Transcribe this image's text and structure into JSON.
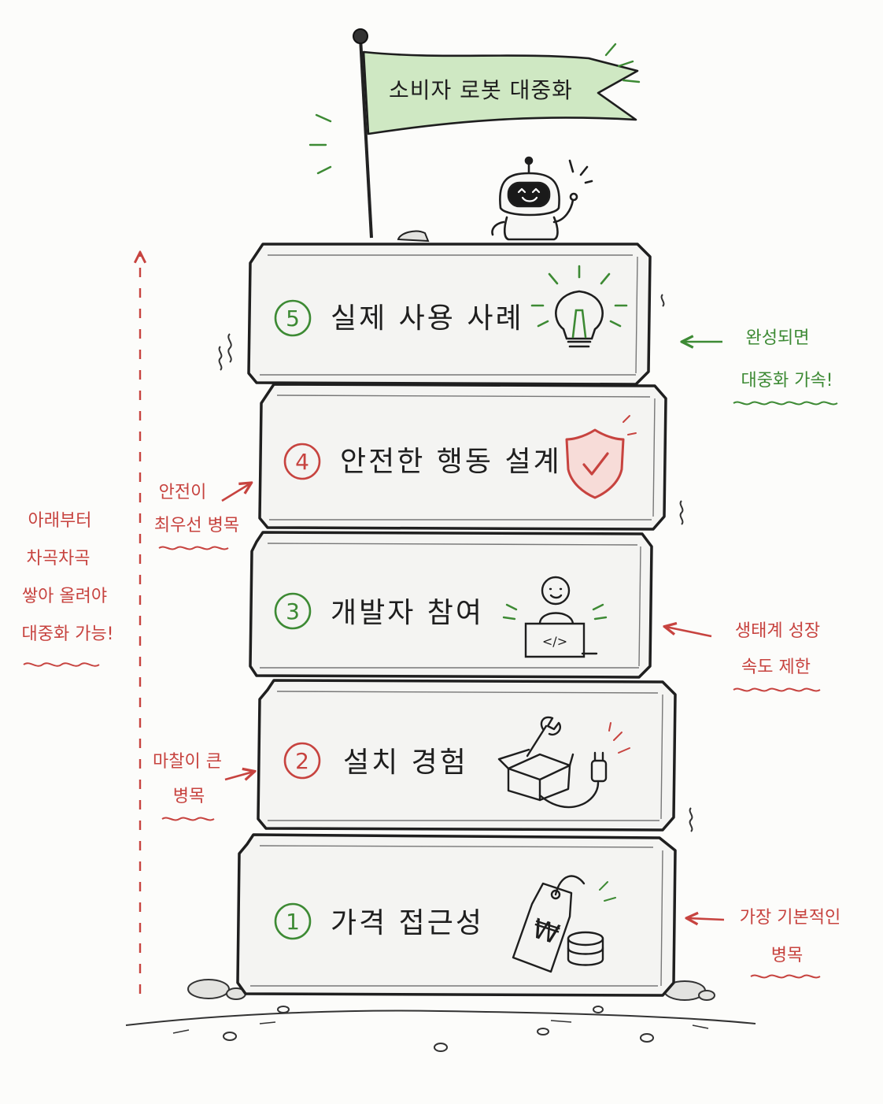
{
  "banner": {
    "text": "소비자 로봇 대중화"
  },
  "blocks": [
    {
      "number": "5",
      "label": "실제 사용 사례",
      "color": "#3d8a34",
      "icon": "lightbulb-icon"
    },
    {
      "number": "4",
      "label": "안전한 행동 설계",
      "color": "#c7433f",
      "icon": "shield-check-icon"
    },
    {
      "number": "3",
      "label": "개발자 참여",
      "color": "#3d8a34",
      "icon": "developer-laptop-icon"
    },
    {
      "number": "2",
      "label": "설치 경험",
      "color": "#c7433f",
      "icon": "box-wrench-plug-icon"
    },
    {
      "number": "1",
      "label": "가격 접근성",
      "color": "#3d8a34",
      "icon": "price-tag-coins-icon"
    }
  ],
  "left_note": {
    "lines": [
      "아래부터",
      "차곡차곡",
      "쌓아 올려야",
      "대중화 가능!"
    ],
    "color": "#c7433f"
  },
  "notes": {
    "safety": {
      "lines": [
        "안전이",
        "최우선 병목"
      ],
      "color": "#c7433f"
    },
    "friction": {
      "lines": [
        "마찰이 큰",
        "병목"
      ],
      "color": "#c7433f"
    },
    "complete": {
      "lines": [
        "완성되면",
        "대중화 가속!"
      ],
      "color": "#3d8a34"
    },
    "ecosystem": {
      "lines": [
        "생태계 성장",
        "속도 제한"
      ],
      "color": "#c7433f"
    },
    "basic": {
      "lines": [
        "가장 기본적인",
        "병목"
      ],
      "color": "#c7433f"
    }
  },
  "icons": {
    "price_symbol": "₩",
    "code_symbol": "</>"
  },
  "colors": {
    "green": "#3d8a34",
    "red": "#c7433f",
    "flag_fill": "#cfe8c3",
    "ink": "#1e1e1e"
  }
}
